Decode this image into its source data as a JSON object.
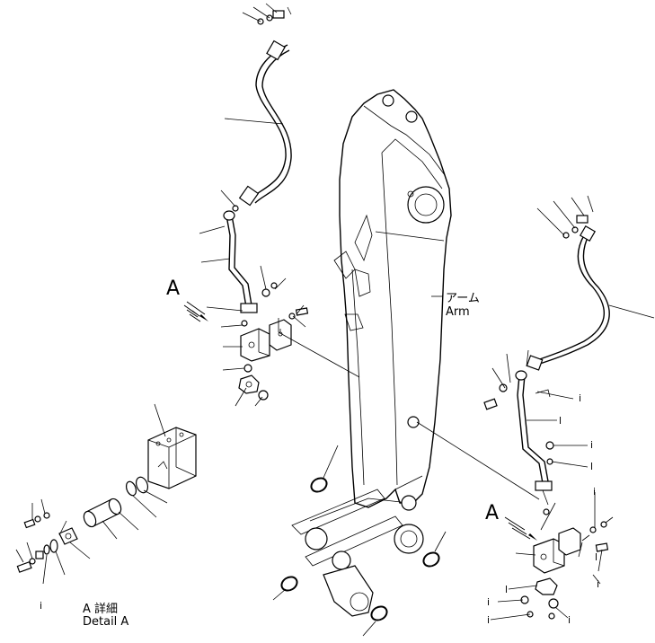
{
  "labels": {
    "arm_jp": "アーム",
    "arm_en": "Arm",
    "view_a_left": "A",
    "view_a_right": "A",
    "detail_jp": "A 詳細",
    "detail_en": "Detail A"
  },
  "callout_marks": [
    "i",
    "l",
    "i",
    "l",
    "i",
    "l",
    "i",
    "l",
    "i",
    "i",
    "i",
    "i"
  ]
}
